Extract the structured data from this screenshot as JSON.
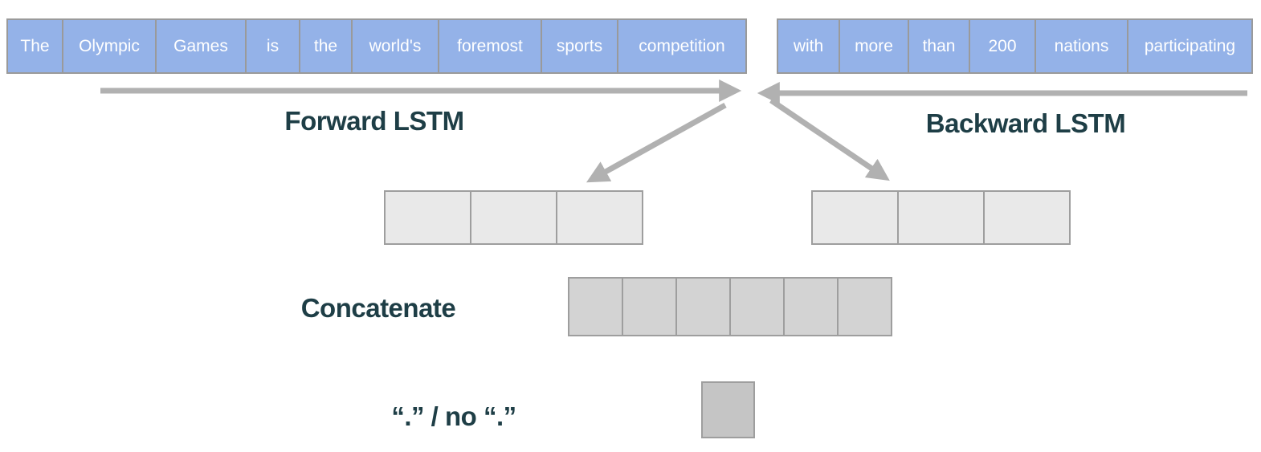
{
  "sentence_left": {
    "words": [
      "The",
      "Olympic",
      "Games",
      "is",
      "the",
      "world's",
      "foremost",
      "sports",
      "competition"
    ],
    "widths": [
      71,
      118,
      114,
      69,
      67,
      110,
      130,
      97,
      162
    ]
  },
  "sentence_right": {
    "words": [
      "with",
      "more",
      "than",
      "200",
      "nations",
      "participating"
    ],
    "widths": [
      79,
      88,
      78,
      84,
      117,
      157
    ]
  },
  "labels": {
    "forward_lstm": "Forward LSTM",
    "backward_lstm": "Backward LSTM",
    "concatenate": "Concatenate",
    "output_classes": "“.” / no “.”"
  },
  "hidden_state_rows": {
    "left_cell_count": 3,
    "right_cell_count": 3
  },
  "concatenated_row": {
    "cell_count": 6
  },
  "output_row": {
    "cell_count": 1
  },
  "colors": {
    "background": "#ffffff",
    "word_box_fill": "#94b2e8",
    "word_box_border": "#9a9a9a",
    "word_text": "#ffffff",
    "hidden_cell_fill": "#e9e9e9",
    "concat_cell_fill": "#d3d3d3",
    "output_cell_fill": "#c5c5c5",
    "cell_border": "#9e9e9e",
    "arrow": "#b1b1b1",
    "label_text": "#1e3e46"
  }
}
